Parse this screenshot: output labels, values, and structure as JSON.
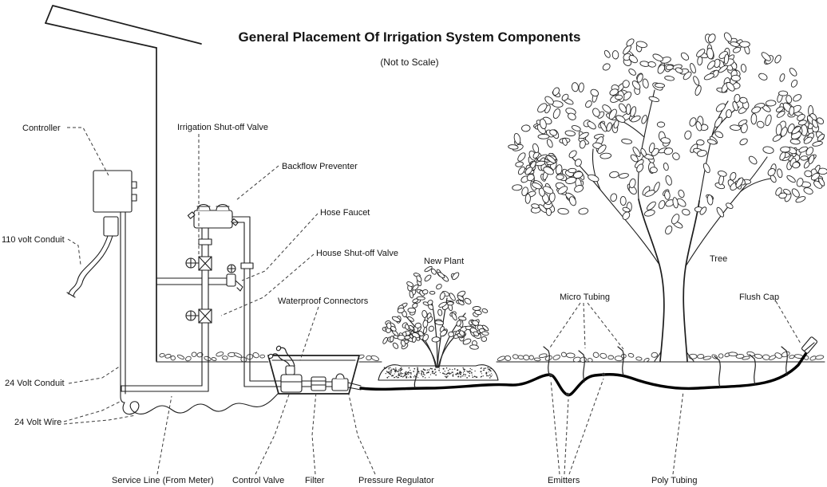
{
  "title": "General Placement Of Irrigation System Components",
  "subtitle": "(Not to Scale)",
  "ink_color": "#1d1d1d",
  "labels": {
    "controller": "Controller",
    "conduit110": "110 volt Conduit",
    "irrigation_shutoff": "Irrigation Shut-off Valve",
    "backflow": "Backflow Preventer",
    "hose_faucet": "Hose Faucet",
    "house_shutoff": "House Shut-off Valve",
    "waterproof": "Waterproof Connectors",
    "new_plant": "New Plant",
    "micro_tubing": "Micro Tubing",
    "tree": "Tree",
    "flush_cap": "Flush Cap",
    "conduit24": "24 Volt Conduit",
    "wire24": "24 Volt Wire",
    "service_line": "Service Line (From Meter)",
    "control_valve": "Control Valve",
    "filter": "Filter",
    "pressure_regulator": "Pressure Regulator",
    "emitters": "Emitters",
    "poly_tubing": "Poly Tubing"
  }
}
